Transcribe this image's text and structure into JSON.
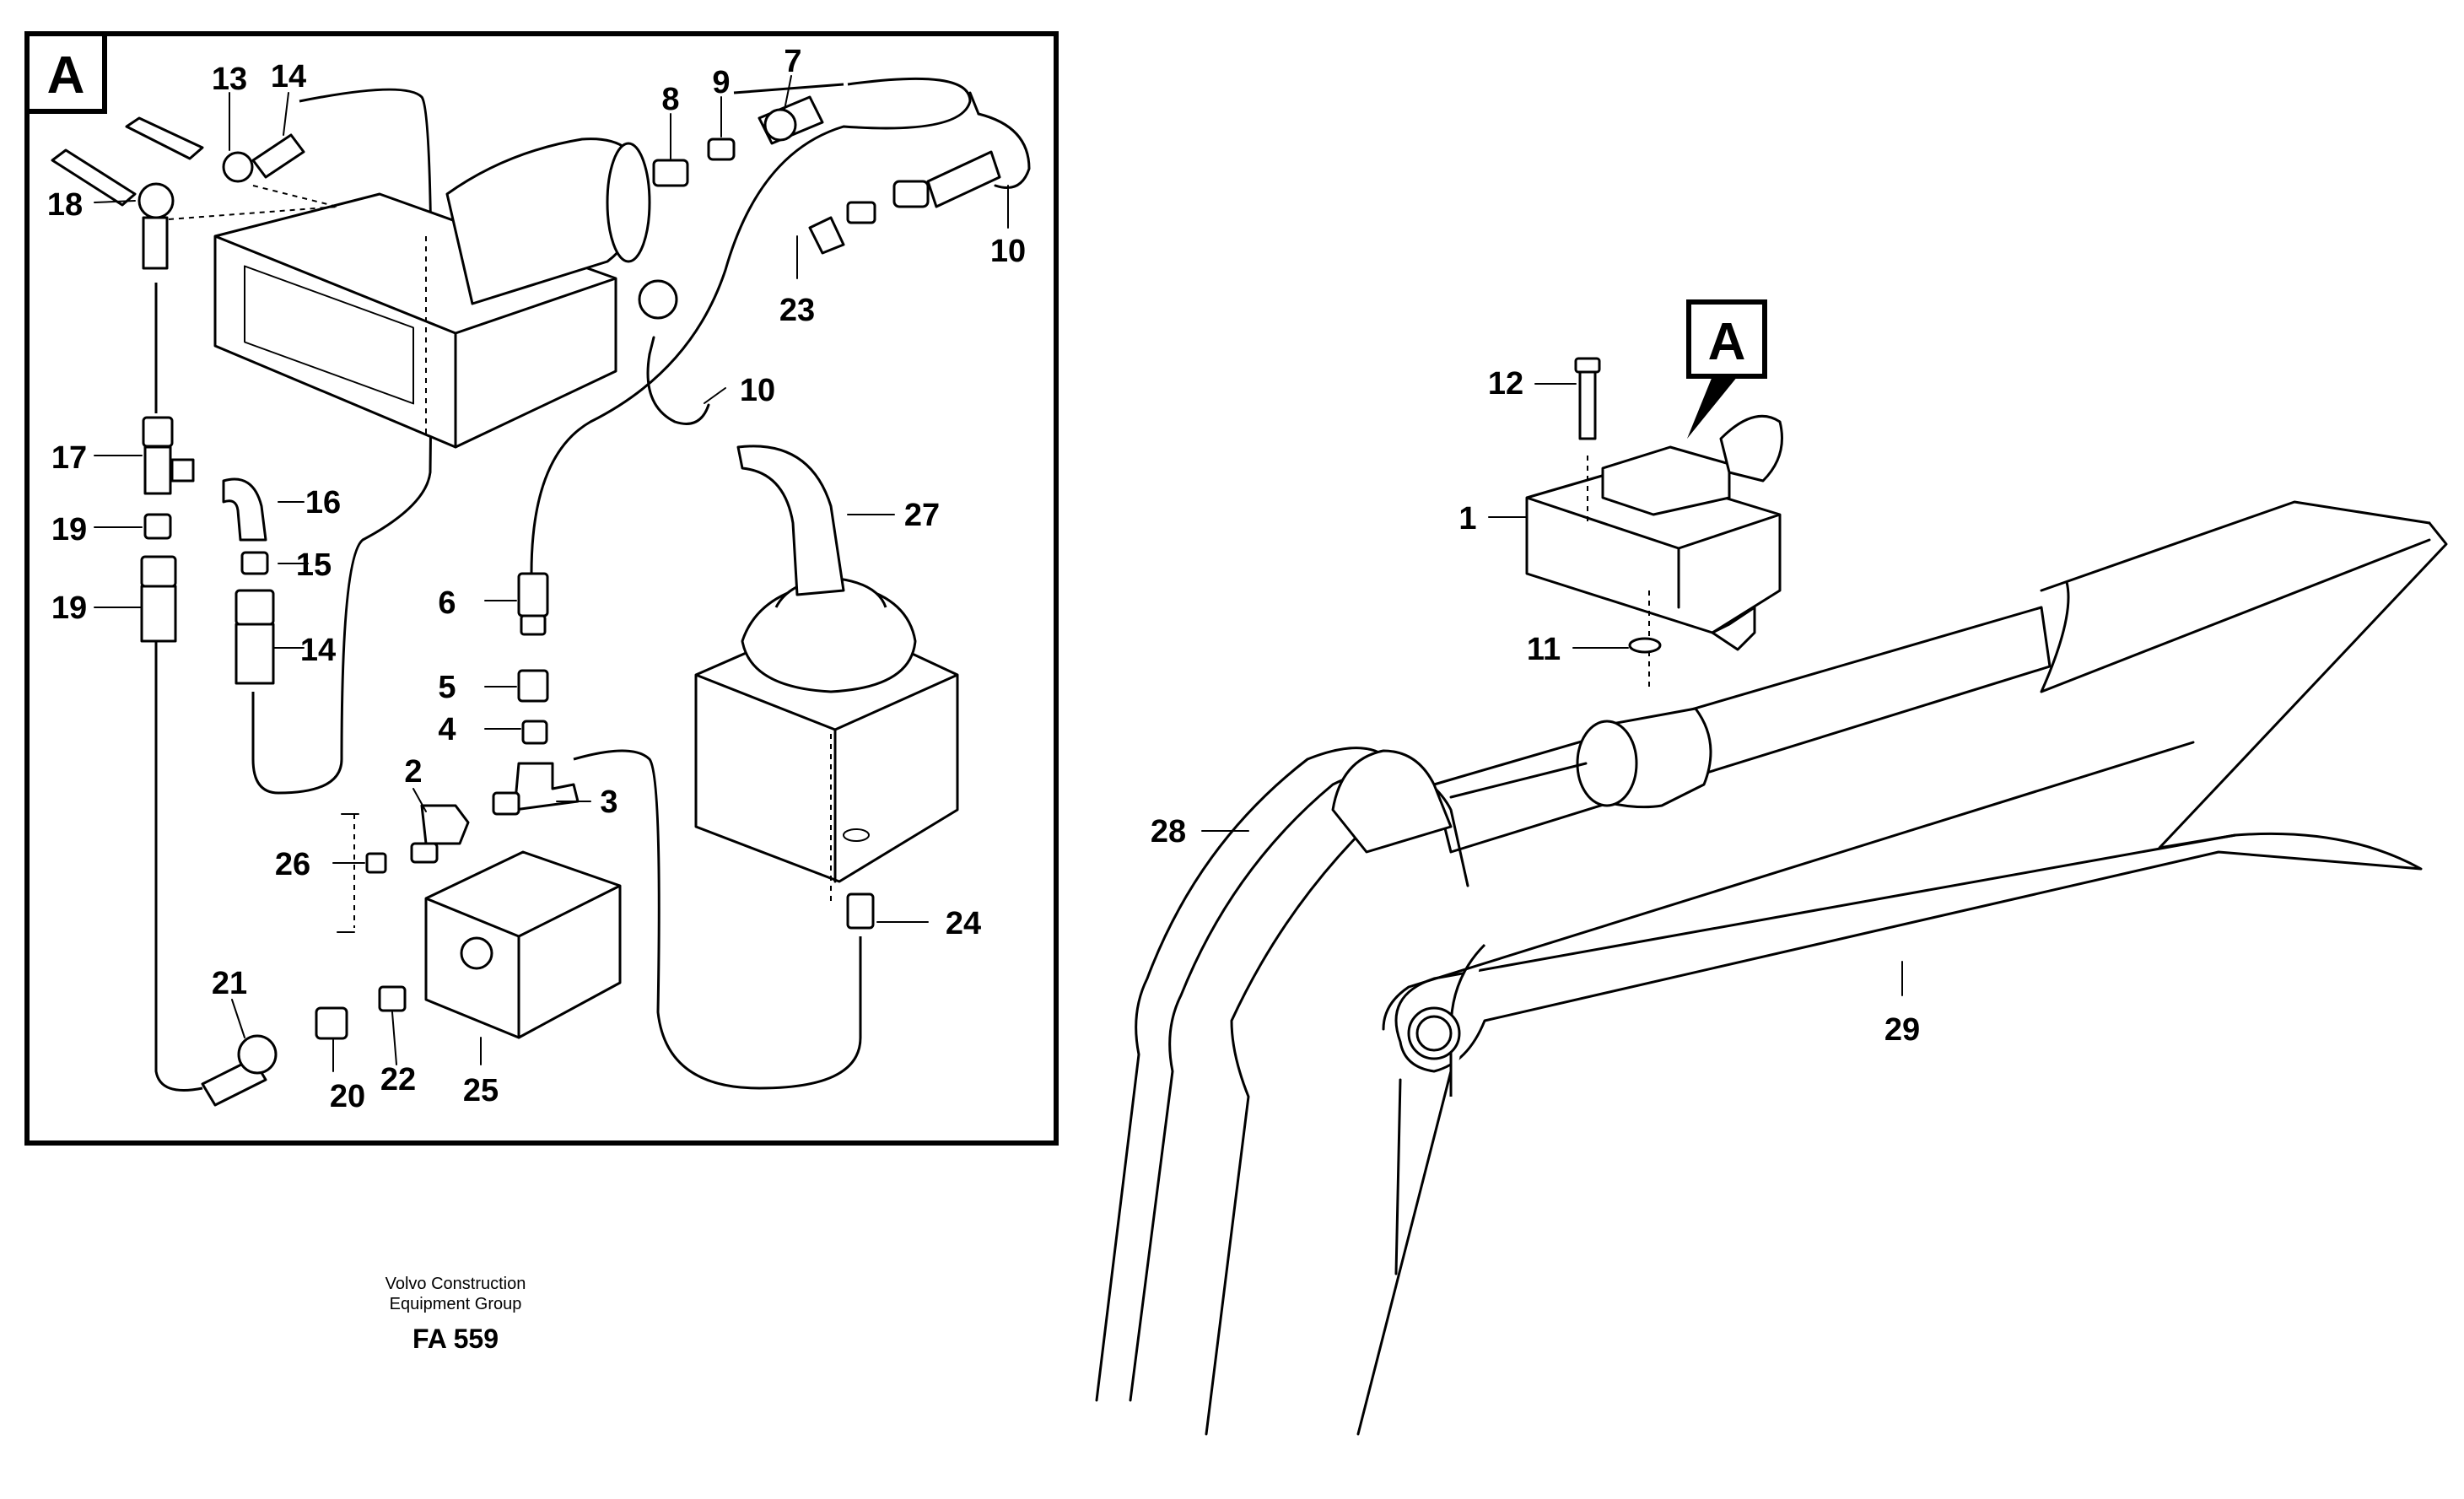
{
  "detail_badge": "A",
  "main_badge": "A",
  "callouts": {
    "c1": "1",
    "c2": "2",
    "c3": "3",
    "c4": "4",
    "c5": "5",
    "c6": "6",
    "c7": "7",
    "c8": "8",
    "c9": "9",
    "c10a": "10",
    "c10b": "10",
    "c11": "11",
    "c12": "12",
    "c13": "13",
    "c14a": "14",
    "c14b": "14",
    "c15": "15",
    "c16": "16",
    "c17": "17",
    "c18": "18",
    "c19a": "19",
    "c19b": "19",
    "c20": "20",
    "c21": "21",
    "c22": "22",
    "c23": "23",
    "c24": "24",
    "c25": "25",
    "c26": "26",
    "c27": "27",
    "c28": "28",
    "c29": "29"
  },
  "footer": {
    "company_line1": "Volvo Construction",
    "company_line2": "Equipment Group",
    "figure_code": "FA 559"
  }
}
